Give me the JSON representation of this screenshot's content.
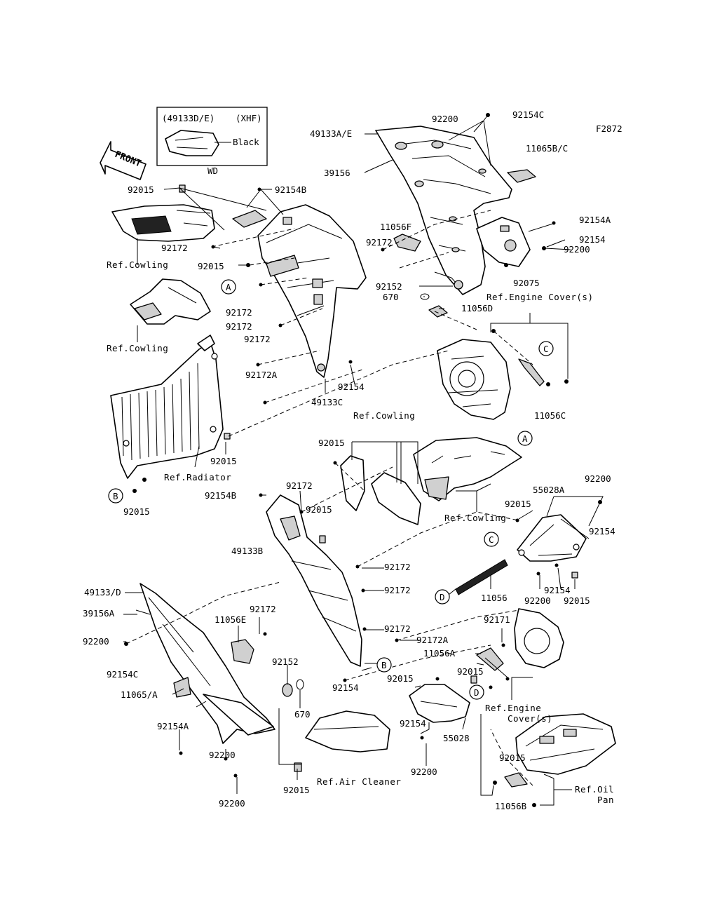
{
  "figure_code": "F2872",
  "front_label": "FRONT",
  "inset": {
    "title_left": "(49133D/E)",
    "title_right": "(XHF)",
    "color_label": "Black",
    "caption": "WD"
  },
  "part_labels": {
    "p92200_top": "92200",
    "p92154C_top": "92154C",
    "p49133AE": "49133A/E",
    "p11065BC": "11065B/C",
    "p39156": "39156",
    "p92154B_top": "92154B",
    "p92015_top": "92015",
    "p11056F": "11056F",
    "p92172_a": "92172",
    "p92154A_top": "92154A",
    "p92154_top": "92154",
    "p92200_mid": "92200",
    "p92015_b": "92015",
    "p92172_b": "92172",
    "p92152_top": "92152",
    "p92075": "92075",
    "p670_top": "670",
    "p11056D": "11056D",
    "p92172_c": "92172",
    "p92172_d": "92172",
    "p92172_e": "92172",
    "p92172A_top": "92172A",
    "p92154_c": "92154",
    "p49133C": "49133C",
    "p11056C": "11056C",
    "p92015_c": "92015",
    "p92015_d": "92015",
    "p92015_e": "92015",
    "p92172_f": "92172",
    "p92154B_mid": "92154B",
    "p92015_f": "92015",
    "p92200_r": "92200",
    "p55028A": "55028A",
    "p92015_g": "92015",
    "p92154_r": "92154",
    "p49133B": "49133B",
    "p92172_g": "92172",
    "p92172_h": "92172",
    "p11056": "11056",
    "p92154_s": "92154",
    "p92200_s": "92200",
    "p92015_s": "92015",
    "p49133D": "49133/D",
    "p39156A": "39156A",
    "p11056E": "11056E",
    "p92172_i": "92172",
    "p92200_l": "92200",
    "p92154C_l": "92154C",
    "p92172_j": "92172",
    "p92172A_low": "92172A",
    "p92171": "92171",
    "p11056A": "11056A",
    "p92152_low": "92152",
    "p11065A": "11065/A",
    "p92015_h": "92015",
    "p92015_i": "92015",
    "p670_low": "670",
    "p92154_t": "92154",
    "p92154A_low": "92154A",
    "p92154_u": "92154",
    "p55028": "55028",
    "p92200_t": "92200",
    "p92200_u": "92200",
    "p92015_j": "92015",
    "p92015_k": "92015",
    "p11056B": "11056B"
  },
  "refs": {
    "cowling_1": "Ref.Cowling",
    "cowling_2": "Ref.Cowling",
    "cowling_3": "Ref.Cowling",
    "cowling_4": "Ref.Cowling",
    "radiator": "Ref.Radiator",
    "engine_cover_top": "Ref.Engine Cover(s)",
    "engine_cover_low_1": "Ref.Engine",
    "engine_cover_low_2": "Cover(s)",
    "air_cleaner": "Ref.Air Cleaner",
    "oil_pan_1": "Ref.Oil",
    "oil_pan_2": "Pan"
  },
  "callouts": {
    "A": "A",
    "B": "B",
    "C": "C",
    "D": "D"
  }
}
